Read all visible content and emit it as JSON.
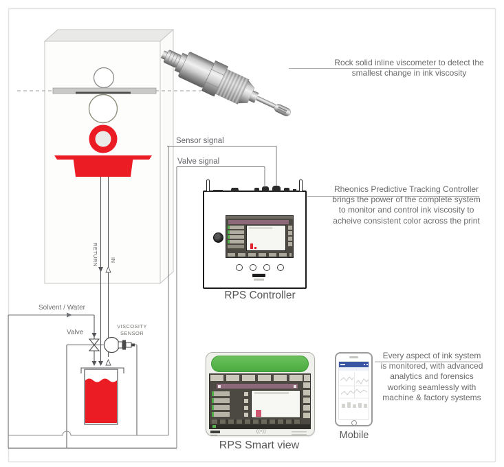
{
  "annotations": {
    "viscometer_note": "Rock solid inline viscometer to detect the\nsmallest change in ink viscosity",
    "controller_note": "Rheonics Predictive Tracking Controller\nbrings the power of the complete system\nto monitor and control ink viscosity to\nacheive consistent color across the print",
    "ecosystem_note": "Every aspect of ink system\nis monitored, with advanced\nanalytics and forensics\nworking seamlessly with\nmachine & factory systems"
  },
  "signals": {
    "sensor_label": "Sensor signal",
    "valve_label": "Valve signal"
  },
  "schematic": {
    "solvent_water_label": "Solvent / Water",
    "valve_label": "Valve",
    "viscosity_sensor_label": "VISCOSITY\nSENSOR",
    "return_label": "RETURN",
    "in_label": "IN"
  },
  "devices": {
    "controller_label": "RPS Controller",
    "smart_view_label": "RPS Smart view",
    "mobile_label": "Mobile"
  },
  "icons": {
    "tablet_dock_icon": "((•))"
  },
  "colors": {
    "ink_red": "#ec1c24",
    "tablet_green": "#54b54a",
    "screen_dark": "#4b4942",
    "screen_mauve": "#8d6878",
    "mobile_header_blue": "#3a55a4",
    "line_gray": "#55565a",
    "text_gray": "#6a6a6a"
  }
}
